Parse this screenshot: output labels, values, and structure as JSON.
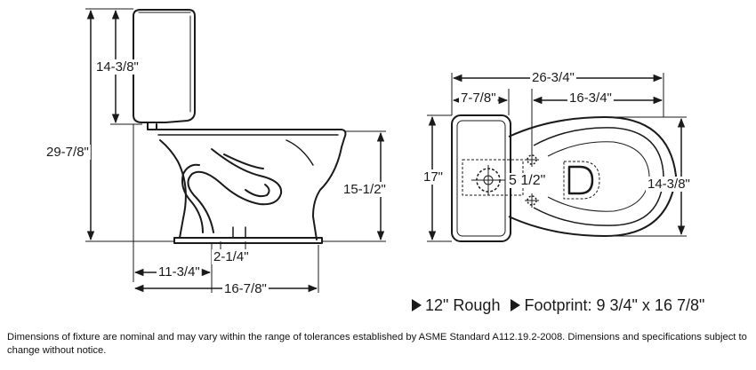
{
  "side_view": {
    "tank_height": "14-3/8\"",
    "overall_height": "29-7/8\"",
    "bowl_rim_height": "15-1/2\"",
    "outlet_width": "2-1/4\"",
    "rough_to_base": "11-3/4\"",
    "overall_depth": "16-7/8\""
  },
  "top_view": {
    "overall_length": "26-3/4\"",
    "tank_depth": "7-7/8\"",
    "bowl_length": "16-3/4\"",
    "tank_width": "17\"",
    "bolt_spacing": "5 1/2\"",
    "bowl_width": "14-3/8\""
  },
  "specs": {
    "rough": "12\" Rough",
    "footprint": "Footprint: 9 3/4\" x 16 7/8\""
  },
  "disclaimer": "Dimensions of fixture are nominal and may vary within the range of tolerances established by ASME Standard A112.19.2-2008.  Dimensions and specifications subject to change without notice."
}
